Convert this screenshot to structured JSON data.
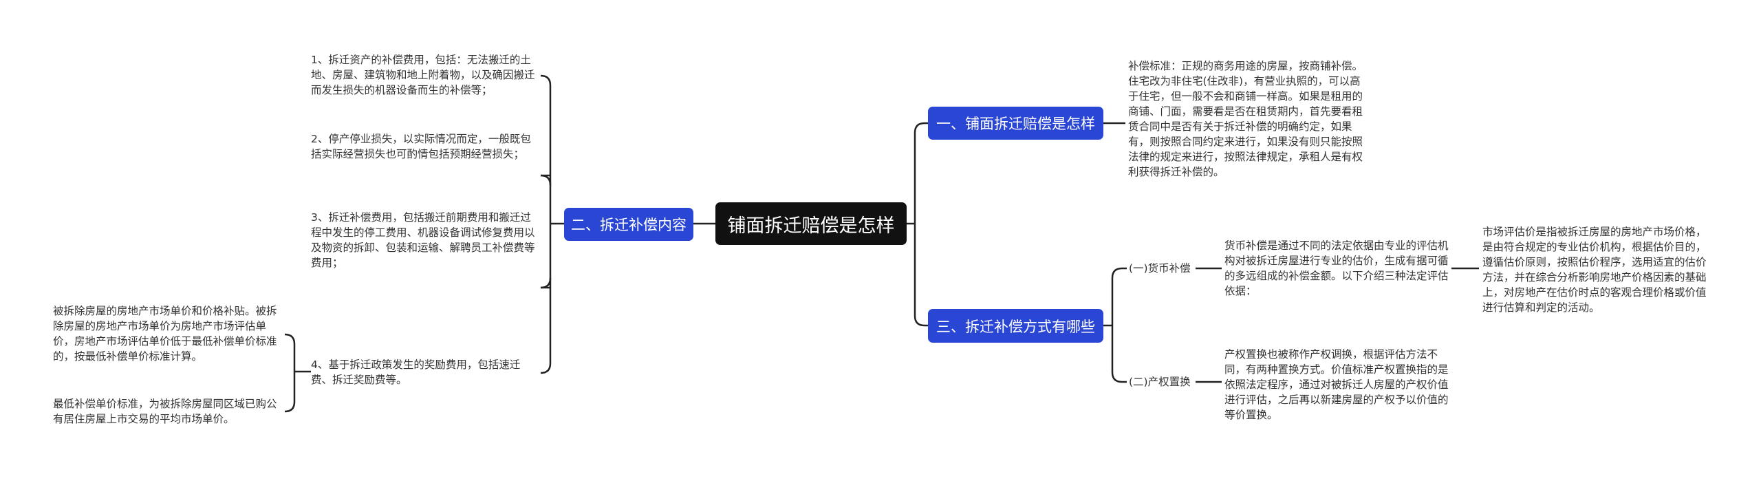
{
  "root": {
    "label": "铺面拆迁赔偿是怎样"
  },
  "branches": {
    "b1": {
      "label": "一、铺面拆迁赔偿是怎样",
      "text": "补偿标准：正规的商务用途的房屋，按商铺补偿。住宅改为非住宅(住改非)，有营业执照的，可以高于住宅，但一般不会和商铺一样高。如果是租用的商铺、门面，需要看是否在租赁期内，首先要看租赁合同中是否有关于拆迁补偿的明确约定，如果有，则按照合同约定来进行，如果没有则只能按照法律的规定来进行，按照法律规定，承租人是有权利获得拆迁补偿的。"
    },
    "b2": {
      "label": "二、拆迁补偿内容",
      "items": [
        "1、拆迁资产的补偿费用，包括：无法搬迁的土地、房屋、建筑物和地上附着物，以及确因搬迁而发生损失的机器设备而生的补偿等；",
        "2、停产停业损失，以实际情况而定，一般既包括实际经营损失也可酌情包括预期经营损失；",
        "3、拆迁补偿费用，包括搬迁前期费用和搬迁过程中发生的停工费用、机器设备调试修复费用以及物资的拆卸、包装和运输、解聘员工补偿费等费用；",
        "4、基于拆迁政策发生的奖励费用，包括速迁费、拆迁奖励费等。"
      ],
      "item4_children": [
        "被拆除房屋的房地产市场单价和价格补贴。被拆除房屋的房地产市场单价为房地产市场评估单价，房地产市场评估单价低于最低补偿单价标准的，按最低补偿单价标准计算。",
        "最低补偿单价标准，为被拆除房屋同区域已购公有居住房屋上市交易的平均市场单价。"
      ]
    },
    "b3": {
      "label": "三、拆迁补偿方式有哪些",
      "subs": [
        {
          "label": "(一)货币补偿",
          "text": "货币补偿是通过不同的法定依据由专业的评估机构对被拆迁房屋进行专业的估价，生成有据可循的多远组成的补偿金额。以下介绍三种法定评估依据：",
          "child": "市场评估价是指被拆迁房屋的房地产市场价格，是由符合规定的专业估价机构，根据估价目的，遵循估价原则，按照估价程序，选用适宜的估价方法，并在综合分析影响房地产价格因素的基础上，对房地产在估价时点的客观合理价格或价值进行估算和判定的活动。"
        },
        {
          "label": "(二)产权置换",
          "text": "产权置换也被称作产权调换，根据评估方法不同，有两种置换方式。价值标准产权置换指的是依照法定程序，通过对被拆迁人房屋的产权价值进行评估，之后再以新建房屋的产权予以价值的等价置换。"
        }
      ]
    }
  },
  "colors": {
    "branch": "#2a46d4",
    "root": "#111111",
    "line": "#222222"
  }
}
